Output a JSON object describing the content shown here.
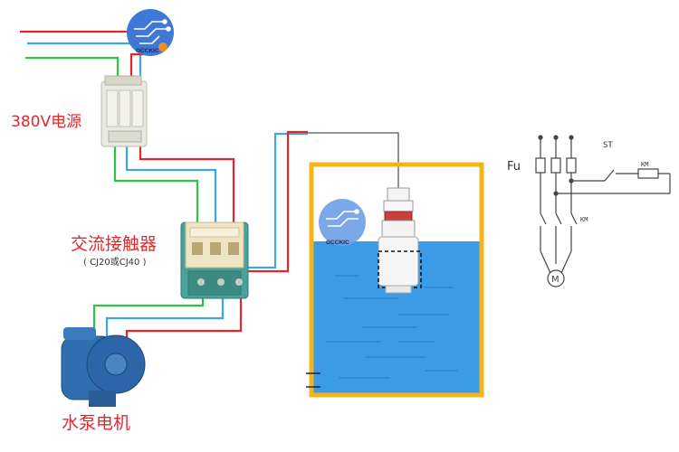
{
  "labels": {
    "power": "380V电源",
    "contactor": "交流接触器",
    "contactor_models": "( CJ20或CJ40 )",
    "pump": "水泵电机"
  },
  "schematic": {
    "fuse": "Fu",
    "switch": "ST",
    "coil": "KM",
    "contacts": "KM",
    "motor": "M"
  },
  "logo": {
    "text": "OCCKIC"
  },
  "colors": {
    "wire_red": "#e4262c",
    "wire_blue": "#3aa6e8",
    "wire_green": "#2fc24a",
    "tank_frame": "#f4b41a",
    "water": "#3b9be6",
    "label_red": "#e0282e"
  }
}
